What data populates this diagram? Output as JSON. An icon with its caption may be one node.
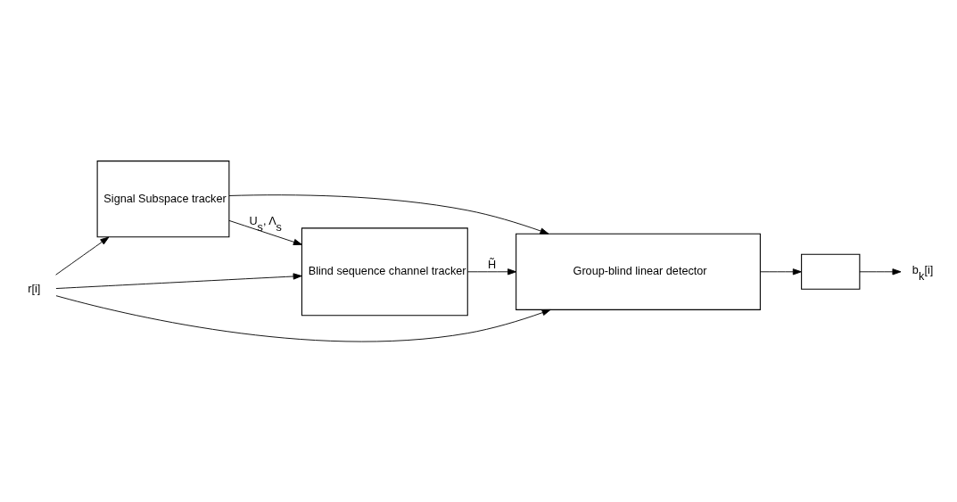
{
  "diagram": {
    "nodes": [
      {
        "text": [
          "r[i]"
        ]
      },
      {
        "text": [
          "Signal Subspace tracker"
        ]
      },
      {
        "text": [
          "Blind sequence channel tracker"
        ]
      },
      {
        "text": [
          "Group-blind linear detector"
        ]
      },
      {
        "text": [],
        "shape": "box"
      },
      {
        "text": [
          "b$_{k}$[i]"
        ]
      }
    ],
    "edges": [
      {
        "from": 0,
        "to": 1,
        "arrow": "to"
      },
      {
        "from": 0,
        "to": 2,
        "arrow": "to"
      },
      {
        "from": 0,
        "to": 3,
        "arrow": "to"
      },
      {
        "from": 1,
        "to": 2,
        "arrow": "to",
        "label": "U$_{s}$, Λ$_{s}$"
      },
      {
        "from": 1,
        "to": 3,
        "arrow": "to"
      },
      {
        "from": 2,
        "to": 3,
        "arrow": "to",
        "label": "H̃"
      },
      {
        "from": 3,
        "to": 4,
        "arrow": "to"
      },
      {
        "from": 4,
        "to": 5,
        "arrow": "to"
      }
    ]
  }
}
